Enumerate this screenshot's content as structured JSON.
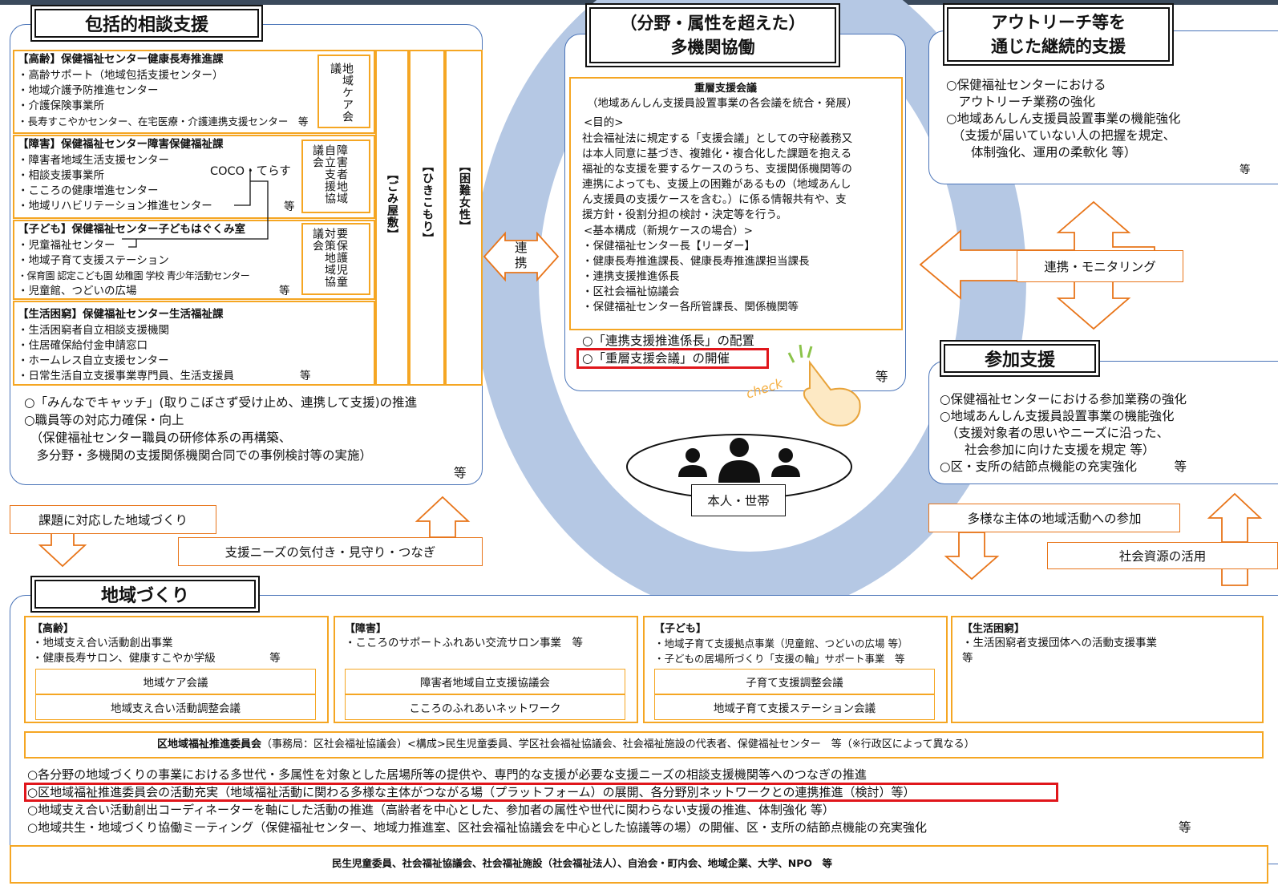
{
  "panels": {
    "comprehensive": {
      "title": "包括的相談支援",
      "sections": [
        {
          "lines": [
            "【高齢】保健福祉センター健康長寿推進課",
            "・高齢サポート（地域包括支援センター）",
            "・地域介護予防推進センター",
            "・介護保険事業所",
            "・長寿すこやかセンター、在宅医療・介護連携支援センター　等"
          ],
          "council": "地域ケア会議"
        },
        {
          "lines": [
            "【障害】保健福祉センター障害保健福祉課",
            "・障害者地域生活支援センター",
            "・相談支援事業所",
            "・こころの健康増進センター",
            "・地域リハビリテーション推進センター"
          ],
          "council": "障害者地域自立支援協議会",
          "coco": "COCO・てらす",
          "etc": "等"
        },
        {
          "lines": [
            "【子ども】保健福祉センター子どもはぐくみ室",
            "・児童福祉センター",
            "・地域子育て支援ステーション",
            "・保育園 認定こども園 幼稚園 学校 青少年活動センター",
            "・児童館、つどいの広場"
          ],
          "council": "要保護児童対策地域協議会",
          "etc": "等"
        },
        {
          "lines": [
            "【生活困窮】保健福祉センター生活福祉課",
            "・生活困窮者自立相談支援機関",
            "・住居確保給付金申請窓口",
            "・ホームレス自立支援センター",
            "・日常生活自立支援事業専門員、生活支援員"
          ],
          "etc": "等"
        }
      ],
      "columns": [
        "【ごみ屋敷】",
        "【ひきこもり】",
        "【困難女性】"
      ],
      "bullets": [
        "○「みんなでキャッチ」(取りこぼさず受け止め、連携して支援)の推進",
        "○職員等の対応力確保・向上",
        "　（保健福祉センター職員の研修体系の再構築、",
        "　多分野・多機関の支援関係機関合同での事例検討等の実施）"
      ],
      "etc": "等"
    },
    "collaboration": {
      "title": "（分野・属性を超えた）\n多機関協働",
      "meeting_title": "重層支援会議",
      "meeting_sub": "（地域あんしん支援員設置事業の各会議を統合・発展）",
      "purpose_head": "<目的>",
      "purpose": "社会福祉法に規定する「支援会議」としての守秘義務又\nは本人同意に基づき、複雑化・複合化した課題を抱える\n福祉的な支援を要するケースのうち、支援関係機関等の\n連携によっても、支援上の困難があるもの（地域あんし\nん支援員の支援ケースを含む。）に係る情報共有や、支\n援方針・役割分担の検討・決定等を行う。",
      "structure_head": "<基本構成（新規ケースの場合）>",
      "structure": [
        "・保健福祉センター長【リーダー】",
        "・健康長寿推進課長、健康長寿推進課担当課長",
        "・連携支援推進係長",
        "・区社会福祉協議会",
        "・保健福祉センター各所管課長、関係機関等"
      ],
      "bullet1": "○「連携支援推進係長」の配置",
      "bullet2": "○「重層支援会議」の開催",
      "etc": "等"
    },
    "outreach": {
      "title": "アウトリーチ等を\n通じた継続的支援",
      "text": "○保健福祉センターにおける\n　アウトリーチ業務の強化\n○地域あんしん支援員設置事業の機能強化\n　（支援が届いていない人の把握を規定、\n　　体制強化、運用の柔軟化 等）",
      "etc": "等"
    },
    "participation": {
      "title": "参加支援",
      "text": "○保健福祉センターにおける参加業務の強化\n○地域あんしん支援員設置事業の機能強化\n　（支援対象者の思いやニーズに沿った、\n　　社会参加に向けた支援を規定 等）\n○区・支所の結節点機能の充実強化　　　等"
    },
    "community": {
      "title": "地域づくり",
      "cols": [
        {
          "head": "【高齢】",
          "lines": [
            "・地域支え合い活動創出事業",
            "・健康長寿サロン、健康すこやか学級　　　　　等"
          ],
          "boxes": [
            "地域ケア会議",
            "地域支え合い活動調整会議"
          ]
        },
        {
          "head": "【障害】",
          "lines": [
            "・こころのサポートふれあい交流サロン事業　等"
          ],
          "boxes": [
            "障害者地域自立支援協議会",
            "こころのふれあいネットワーク"
          ]
        },
        {
          "head": "【子ども】",
          "lines": [
            "・地域子育て支援拠点事業（児童館、つどいの広場 等）",
            "・子どもの居場所づくり「支援の輪」サポート事業　等"
          ],
          "boxes": [
            "子育て支援調整会議",
            "地域子育て支援ステーション会議"
          ]
        },
        {
          "head": "【生活困窮】",
          "lines": [
            "・生活困窮者支援団体への活動支援事業",
            "等"
          ],
          "boxes": []
        }
      ],
      "committee_bold": "区地域福祉推進委員会",
      "committee_rest": "（事務局：区社会福祉協議会）<構成>民生児童委員、学区社会福祉協議会、社会福祉施設の代表者、保健福祉センター　等（※行政区によって異なる）",
      "bullets": [
        "○各分野の地域づくりの事業における多世代・多属性を対象とした居場所等の提供や、専門的な支援が必要な支援ニーズの相談支援機関等へのつなぎの推進",
        "○区地域福祉推進委員会の活動充実（地域福祉活動に関わる多様な主体がつながる場（プラットフォーム）の展開、各分野別ネットワークとの連携推進（検討）等）",
        "○地域支え合い活動創出コーディネーターを軸にした活動の推進（高齢者を中心とした、参加者の属性や世代に関わらない支援の推進、体制強化 等）",
        "○地域共生・地域づくり協働ミーティング（保健福祉センター、地域力推進室、区社会福祉協議会を中心とした協議等の場）の開催、区・支所の結節点機能の充実強化"
      ],
      "etc": "等"
    }
  },
  "arrows": {
    "renkei": "連\n携",
    "monitoring": "連携・モニタリング",
    "kadai": "課題に対応した地域づくり",
    "needs": "支援ニーズの気付き・見守り・つなぎ",
    "tayou": "多様な主体の地域活動への参加",
    "shigen": "社会資源の活用"
  },
  "center_label": "本人・世帯",
  "check_label": "check",
  "footer": "民生児童委員、社会福祉協議会、社会福祉施設（社会福祉法人）、自治会・町内会、地域企業、大学、NPO　等"
}
